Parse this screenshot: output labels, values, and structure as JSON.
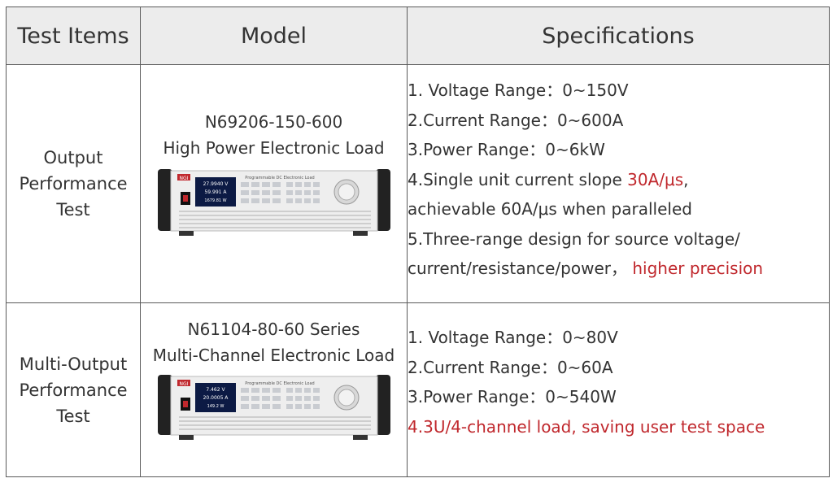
{
  "header": {
    "col1": "Test Items",
    "col2": "Model",
    "col3": "Specifications"
  },
  "rows": [
    {
      "item_lines": [
        "Output",
        "Performance",
        "Test"
      ],
      "model_lines": [
        "N69206-150-600",
        "High Power Electronic Load"
      ],
      "device": {
        "logo": "NGI",
        "screen_lines": [
          "27.9940 V",
          "59.991 A",
          "1679.81 W"
        ],
        "front_panel_title": "Programmable DC Electronic Load"
      },
      "spec": {
        "line1": "1. Voltage Range：0~150V",
        "line2": "2.Current Range：0~600A",
        "line3": "3.Power Range：0~6kW",
        "line4_a": "4.Single unit current slope ",
        "line4_b": "30A/μs",
        "line4_c": ",",
        "line5": "achievable 60A/μs when paralleled",
        "line6": "5.Three-range design for source voltage/",
        "line7_a": "current/resistance/power，",
        "line7_b": "higher precision"
      }
    },
    {
      "item_lines": [
        "Multi-Output",
        "Performance",
        "Test"
      ],
      "model_lines": [
        "N61104-80-60 Series",
        "Multi-Channel Electronic Load"
      ],
      "device": {
        "logo": "NGI",
        "screen_lines": [
          "7.462 V",
          "20.0005 A",
          "149.2 W"
        ],
        "front_panel_title": "Programmable DC Electronic Load"
      },
      "spec": {
        "line1": "1. Voltage Range：0~80V",
        "line2": "2.Current Range：0~60A",
        "line3": "3.Power Range：0~540W",
        "line4_a": "4.",
        "line4_b": "3U/4-channel load, saving user test space"
      }
    }
  ],
  "colors": {
    "highlight": "#c0282d",
    "header_bg": "#ececec",
    "border": "#5a5a5a"
  }
}
